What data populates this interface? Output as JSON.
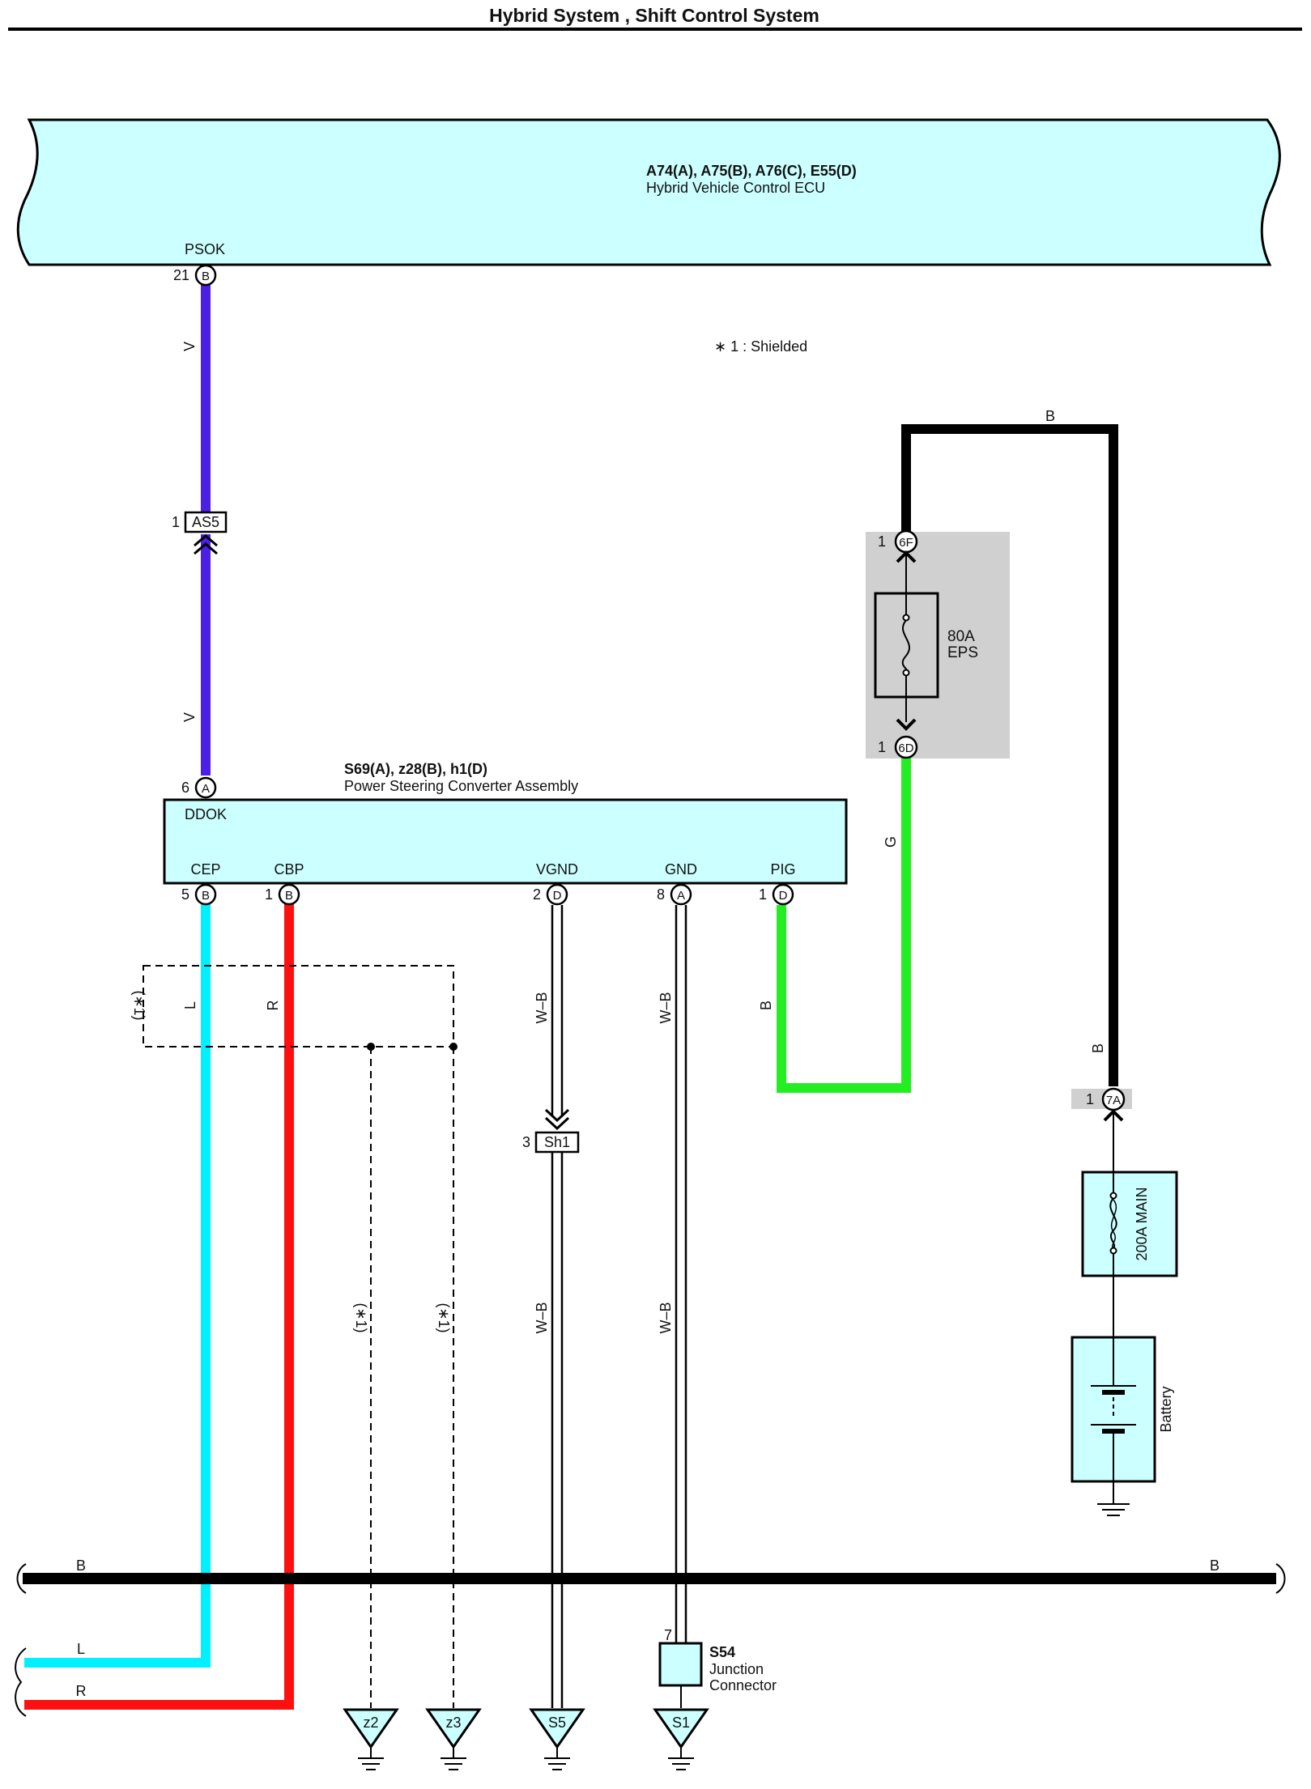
{
  "page": {
    "title": "Hybrid System , Shift Control System"
  },
  "colors": {
    "violet": "#4b1fe6",
    "cyan": "#00f0ff",
    "red": "#ff1010",
    "green": "#22ee22",
    "black": "#000000",
    "component_fill": "#ccffff",
    "relay_block_fill": "#d0d0d0"
  },
  "ecu": {
    "connectors": "A74(A), A75(B), A76(C), E55(D)",
    "name": "Hybrid Vehicle Control ECU",
    "terminal_psok": {
      "label": "PSOK",
      "pin": "21",
      "connector": "B"
    }
  },
  "note_shielded": "∗ 1 : Shielded",
  "splice_as5": {
    "pin": "1",
    "code": "AS5"
  },
  "wire_labels": {
    "v_upper": "V",
    "v_lower": "V",
    "b_top": "B",
    "b_right_vertical": "B",
    "g_fuse_out": "G",
    "b_pig": "B",
    "l_cep": "L",
    "r_cbp": "R",
    "wb_vgnd_upper": "W–B",
    "wb_vgnd_lower": "W–B",
    "wb_gnd_upper": "W–B",
    "wb_gnd_lower": "W–B",
    "shield_box": "(∗1)",
    "shield_z2": "(∗1)",
    "shield_z3": "(∗1)"
  },
  "fuse_80a": {
    "pin_top": "1",
    "code_top": "6F",
    "pin_bottom": "1",
    "code_bottom": "6D",
    "rating": "80A",
    "name": "EPS"
  },
  "converter": {
    "connectors": "S69(A), z28(B), h1(D)",
    "name": "Power Steering Converter Assembly",
    "ddok": {
      "label": "DDOK",
      "pin": "6",
      "connector": "A"
    },
    "terminals": [
      {
        "label": "CEP",
        "pin": "5",
        "connector": "B"
      },
      {
        "label": "CBP",
        "pin": "1",
        "connector": "B"
      },
      {
        "label": "VGND",
        "pin": "2",
        "connector": "D"
      },
      {
        "label": "GND",
        "pin": "8",
        "connector": "A"
      },
      {
        "label": "PIG",
        "pin": "1",
        "connector": "D"
      }
    ]
  },
  "sh1": {
    "pin": "3",
    "code": "Sh1"
  },
  "main_fuse": {
    "pin": "1",
    "code": "7A",
    "label": "200A MAIN"
  },
  "battery": {
    "label": "Battery"
  },
  "bus": {
    "b_left": "B",
    "b_right": "B",
    "l": "L",
    "r": "R"
  },
  "junction": {
    "pin": "7",
    "code": "S54",
    "name_line1": "Junction",
    "name_line2": "Connector"
  },
  "grounds": [
    "z2",
    "z3",
    "S5",
    "S1"
  ]
}
